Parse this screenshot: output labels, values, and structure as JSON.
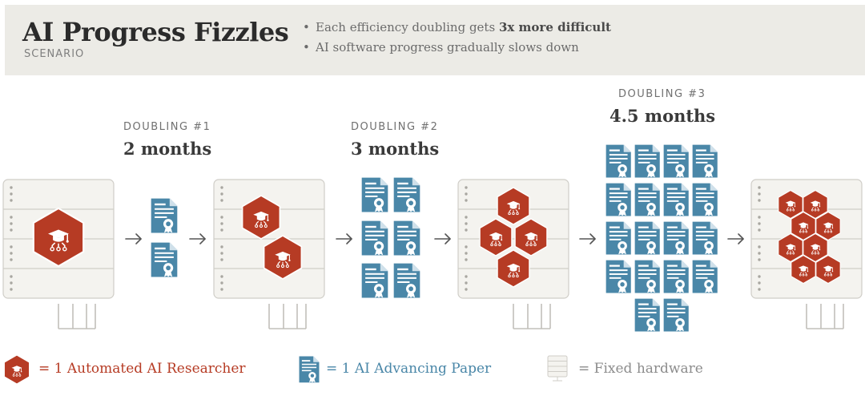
{
  "header": {
    "title": "AI Progress Fizzles",
    "subtitle": "SCENARIO",
    "bullet_1_text": "Each efficiency doubling gets ",
    "bullet_1_bold": "3x more difficult",
    "bullet_2_text": "AI software progress gradually slows down"
  },
  "doublings": [
    {
      "label": "DOUBLING #1",
      "duration": "2 months",
      "papers": 2,
      "researchers_after": 2
    },
    {
      "label": "DOUBLING #2",
      "duration": "3 months",
      "papers": 6,
      "researchers_after": 4
    },
    {
      "label": "DOUBLING #3",
      "duration": "4.5 months",
      "papers": 18,
      "researchers_after": 8
    }
  ],
  "initial_researchers": 1,
  "legend": {
    "researcher": "= 1 Automated AI Researcher",
    "paper": "= 1 AI Advancing Paper",
    "hardware": "= Fixed hardware"
  },
  "colors": {
    "researcher": "#b63b24",
    "paper": "#4a87a8",
    "hardware": "#f4f3ef",
    "arrow": "#555555"
  }
}
